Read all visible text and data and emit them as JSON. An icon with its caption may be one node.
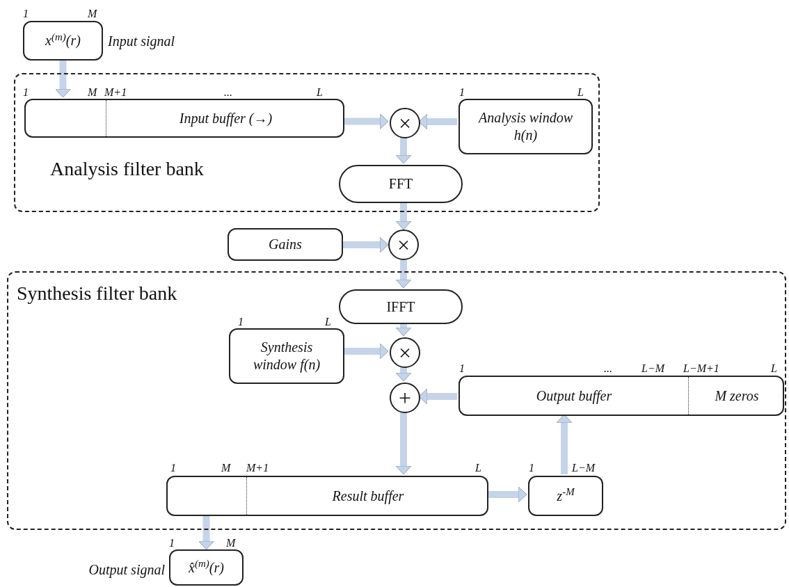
{
  "diagram": {
    "nodes": [
      {
        "text": [
          "Analysis filter bank"
        ]
      },
      {
        "text": [
          "x$^{(m)}$(r)"
        ],
        "beside": [
          "Input signal"
        ]
      },
      {
        "text": [
          "Input buffer (→)"
        ],
        "in": 0
      },
      {
        "text": [
          "×"
        ],
        "in": 0
      },
      {
        "text": [
          "Analysis window h(n)"
        ],
        "in": 0
      },
      {
        "text": [
          "FFT"
        ],
        "in": 0
      },
      {
        "text": [
          "Gains"
        ]
      },
      {
        "text": [
          "×"
        ]
      },
      {
        "text": [
          "Synthesis filter bank"
        ]
      },
      {
        "text": [
          "IFFT"
        ],
        "in": 8
      },
      {
        "text": [
          "Synthesis window f(n)"
        ],
        "in": 8
      },
      {
        "text": [
          "×"
        ],
        "in": 8
      },
      {
        "text": [
          "+"
        ],
        "in": 8
      },
      {
        "text": [
          "Output buffer",
          "M zeros"
        ],
        "in": 8
      },
      {
        "text": [
          "Result buffer"
        ],
        "in": 8
      },
      {
        "text": [
          "z$^{-M}$"
        ],
        "in": 8
      },
      {
        "text": [
          "x̂$^{(m)}$(r)"
        ],
        "beside": [
          "Output signal"
        ]
      }
    ],
    "edges": [
      {
        "from": 1,
        "to": 2,
        "arrow": "to"
      },
      {
        "from": 2,
        "to": 3,
        "arrow": "to"
      },
      {
        "from": 4,
        "to": 3,
        "arrow": "to"
      },
      {
        "from": 3,
        "to": 5,
        "arrow": "to"
      },
      {
        "from": 5,
        "to": 7,
        "arrow": "to"
      },
      {
        "from": 6,
        "to": 7,
        "arrow": "to"
      },
      {
        "from": 7,
        "to": 9,
        "arrow": "to"
      },
      {
        "from": 9,
        "to": 11,
        "arrow": "to"
      },
      {
        "from": 10,
        "to": 11,
        "arrow": "to"
      },
      {
        "from": 11,
        "to": 12,
        "arrow": "to"
      },
      {
        "from": 13,
        "to": 12,
        "arrow": "to"
      },
      {
        "from": 12,
        "to": 14,
        "arrow": "to"
      },
      {
        "from": 14,
        "to": 15,
        "arrow": "to"
      },
      {
        "from": 15,
        "to": 13,
        "arrow": "to"
      },
      {
        "from": 14,
        "to": 16,
        "arrow": "to"
      }
    ],
    "labels": [
      "1",
      "M",
      "1",
      "M",
      "M+1",
      "...",
      "L",
      "1",
      "L",
      "1",
      "L",
      "1",
      "...",
      "L−M",
      "L−M+1",
      "L",
      "1",
      "M",
      "M+1",
      "L",
      "1",
      "L−M",
      "1",
      "M"
    ]
  }
}
